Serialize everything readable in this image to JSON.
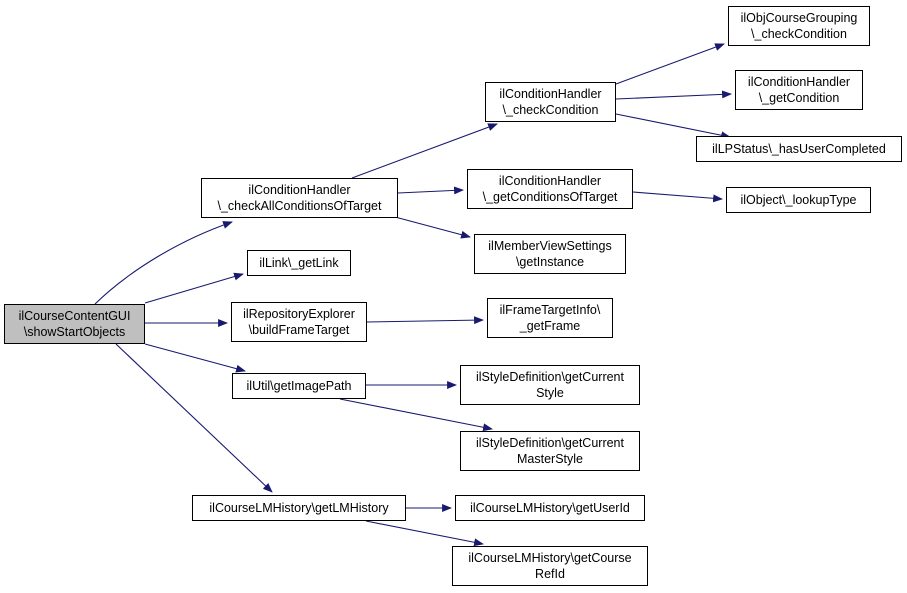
{
  "colors": {
    "edge": "#191970",
    "root_fill": "#bfbfbf",
    "node_fill": "#ffffff",
    "border": "#000000"
  },
  "nodes": {
    "root": [
      "ilCourseContentGUI",
      "\\showStartObjects"
    ],
    "cond_all": [
      "ilConditionHandler",
      "\\_checkAllConditionsOfTarget"
    ],
    "link": [
      "ilLink\\_getLink"
    ],
    "repo": [
      "ilRepositoryExplorer",
      "\\buildFrameTarget"
    ],
    "imgpath": [
      "ilUtil\\getImagePath"
    ],
    "lmhist": [
      "ilCourseLMHistory\\getLMHistory"
    ],
    "cond_check": [
      "ilConditionHandler",
      "\\_checkCondition"
    ],
    "cond_get_targets": [
      "ilConditionHandler",
      "\\_getConditionsOfTarget"
    ],
    "member_view": [
      "ilMemberViewSettings",
      "\\getInstance"
    ],
    "frame_target": [
      "ilFrameTargetInfo\\",
      "_getFrame"
    ],
    "style_current": [
      "ilStyleDefinition\\getCurrent",
      "Style"
    ],
    "style_master": [
      "ilStyleDefinition\\getCurrent",
      "MasterStyle"
    ],
    "user_id": [
      "ilCourseLMHistory\\getUserId"
    ],
    "course_ref": [
      "ilCourseLMHistory\\getCourse",
      "RefId"
    ],
    "grouping": [
      "ilObjCourseGrouping",
      "\\_checkCondition"
    ],
    "get_condition": [
      "ilConditionHandler",
      "\\_getCondition"
    ],
    "lp_status": [
      "ilLPStatus\\_hasUserCompleted"
    ],
    "lookup": [
      "ilObject\\_lookupType"
    ]
  }
}
